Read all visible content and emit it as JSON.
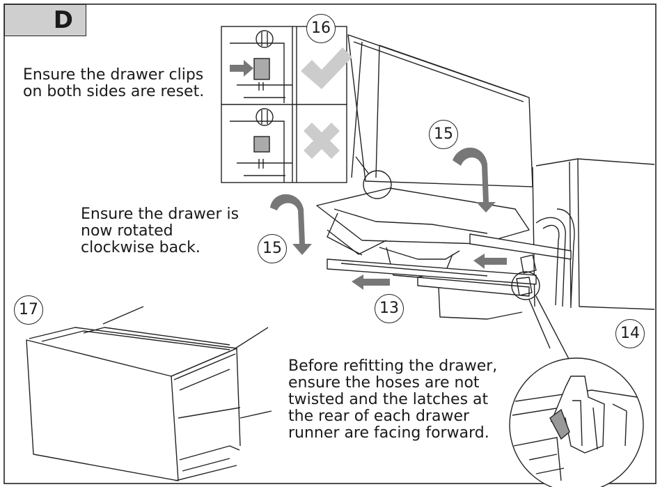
{
  "section": {
    "letter": "D"
  },
  "steps": {
    "s13": "13",
    "s14": "14",
    "s15a": "15",
    "s15b": "15",
    "s16": "16",
    "s17": "17"
  },
  "instructions": {
    "clips": [
      "Ensure the drawer clips",
      "on both sides are reset."
    ],
    "rotated": [
      "Ensure the drawer is",
      "now rotated",
      "clockwise back."
    ],
    "refit": [
      "Before refitting the drawer,",
      "ensure the hoses are not",
      "twisted and the latches at",
      "the rear of each drawer",
      "runner are facing forward."
    ]
  },
  "icons": {
    "correct": "check-mark-icon",
    "incorrect": "cross-mark-icon",
    "arrows": "arrow-icon"
  },
  "colors": {
    "line": "#222222",
    "arrow_fill": "#777777",
    "badge_fill": "#cfcfcf",
    "check_fill": "#cccccc",
    "cross_fill": "#cccccc"
  }
}
